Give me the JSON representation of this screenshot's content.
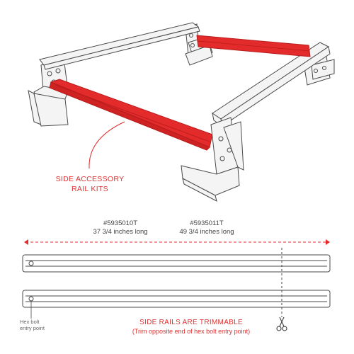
{
  "colors": {
    "accent": "#e32b2b",
    "accent_dark": "#b81c1c",
    "line": "#4a4a4a",
    "metal": "#f4f4f4",
    "label_red": "#e03131",
    "label_dark": "#444444"
  },
  "callout": {
    "line1": "SIDE ACCESSORY",
    "line2": "RAIL KITS"
  },
  "parts": [
    {
      "part_number": "#5935010T",
      "length": "37 3/4 inches long"
    },
    {
      "part_number": "#5935011T",
      "length": "49 3/4 inches long"
    }
  ],
  "note": {
    "hex_line1": "Hex bolt",
    "hex_line2": "entry point",
    "trim_title": "SIDE RAILS ARE TRIMMABLE",
    "trim_sub": "(Trim opposite end of hex bolt entry point)"
  },
  "icons": {
    "scissors": "scissors-icon",
    "arrow_left": "arrow-left-icon",
    "arrow_right": "arrow-right-icon"
  }
}
